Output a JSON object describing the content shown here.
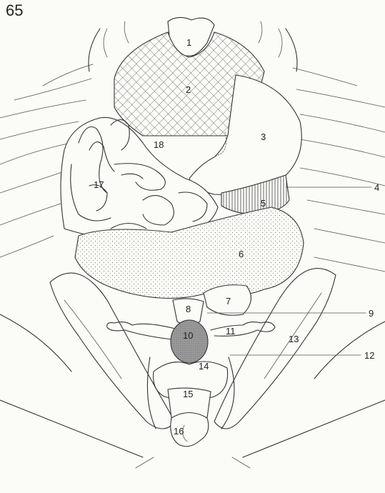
{
  "figure": {
    "number": "65"
  },
  "labels": {
    "l1": "1",
    "l2": "2",
    "l3": "3",
    "l4": "4",
    "l5": "5",
    "l6": "6",
    "l7": "7",
    "l8": "8",
    "l9": "9",
    "l10": "10",
    "l11": "11",
    "l12": "12",
    "l13": "13",
    "l14": "14",
    "l15": "15",
    "l16": "16",
    "l17": "17",
    "l18": "18"
  },
  "colors": {
    "ink": "#333333",
    "paper": "#fbfbf8",
    "shaded": "#999999"
  }
}
